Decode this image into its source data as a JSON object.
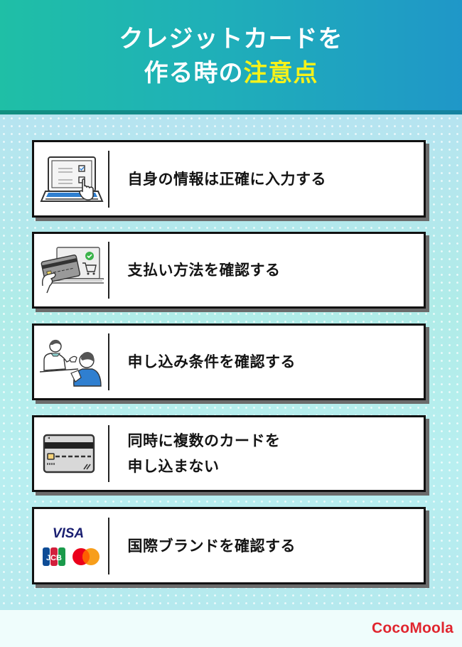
{
  "header": {
    "title_line1": "クレジットカードを",
    "title_line2_prefix": "作る時の",
    "title_line2_accent": "注意点",
    "accent_color": "#f6f21a"
  },
  "cards": [
    {
      "icon": "laptop-form-icon",
      "text": "自身の情報は正確に入力する"
    },
    {
      "icon": "card-payment-icon",
      "text": "支払い方法を確認する"
    },
    {
      "icon": "consultation-icon",
      "text": "申し込み条件を確認する"
    },
    {
      "icon": "credit-card-icon",
      "text_line1": "同時に複数のカードを",
      "text_line2": "申し込まない"
    },
    {
      "icon": "card-brands-icon",
      "text": "国際ブランドを確認する",
      "brands": {
        "visa": "VISA",
        "jcb": "JCB"
      }
    }
  ],
  "footer": {
    "brand": "CocoMoola",
    "brand_color": "#e0262f"
  }
}
